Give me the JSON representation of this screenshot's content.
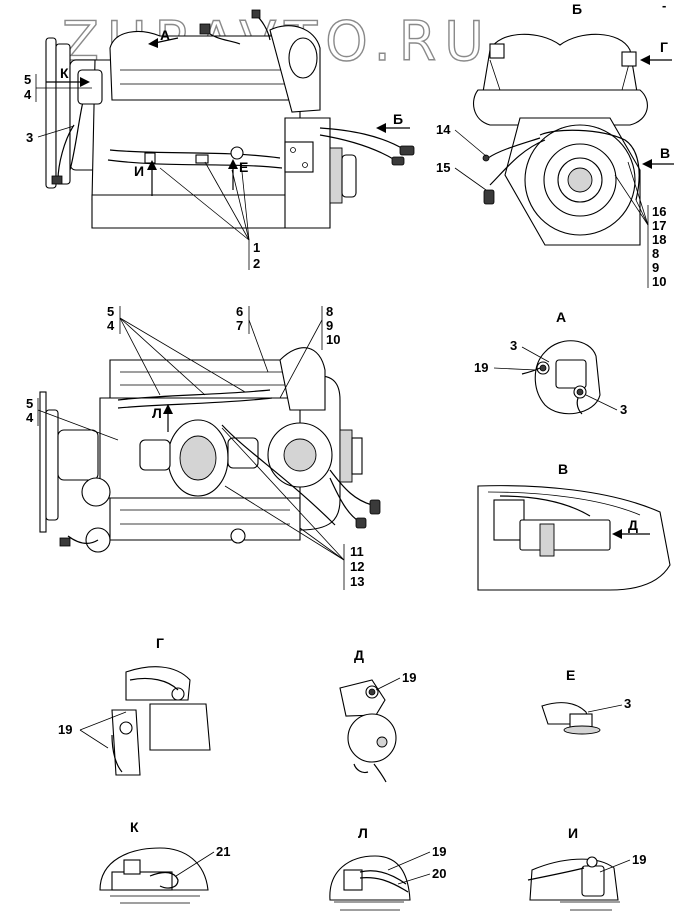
{
  "watermark": "ZURAVTO.RU",
  "corner_mark": "-",
  "top_left_view": {
    "arrows": {
      "a": "А",
      "b": "Б",
      "i": "И",
      "e": "Е",
      "k": "К"
    },
    "callouts": {
      "c5": "5",
      "c4": "4",
      "c3": "3",
      "c1": "1",
      "c2": "2"
    }
  },
  "top_right_view": {
    "title": "Б",
    "arrows": {
      "g": "Г",
      "v": "В"
    },
    "callouts": {
      "c14": "14",
      "c15": "15",
      "c16": "16",
      "c17": "17",
      "c18": "18",
      "c8": "8",
      "c9": "9",
      "c10": "10"
    }
  },
  "plan_view": {
    "arrows": {
      "l": "Л"
    },
    "callouts": {
      "c5a": "5",
      "c4a": "4",
      "c6": "6",
      "c7": "7",
      "c8": "8",
      "c9": "9",
      "c10": "10",
      "c5b": "5",
      "c4b": "4",
      "c11": "11",
      "c12": "12",
      "c13": "13"
    }
  },
  "detail_a": {
    "title": "А",
    "callouts": {
      "c3a": "3",
      "c19": "19",
      "c3b": "3"
    }
  },
  "detail_v": {
    "title": "В",
    "arrows": {
      "d": "Д"
    }
  },
  "detail_g": {
    "title": "Г",
    "callouts": {
      "c19": "19"
    }
  },
  "detail_d": {
    "title": "Д",
    "callouts": {
      "c19": "19"
    }
  },
  "detail_e": {
    "title": "Е",
    "callouts": {
      "c3": "3"
    }
  },
  "detail_k": {
    "title": "К",
    "callouts": {
      "c21": "21"
    }
  },
  "detail_l": {
    "title": "Л",
    "callouts": {
      "c19": "19",
      "c20": "20"
    }
  },
  "detail_i": {
    "title": "И",
    "callouts": {
      "c19": "19"
    }
  }
}
